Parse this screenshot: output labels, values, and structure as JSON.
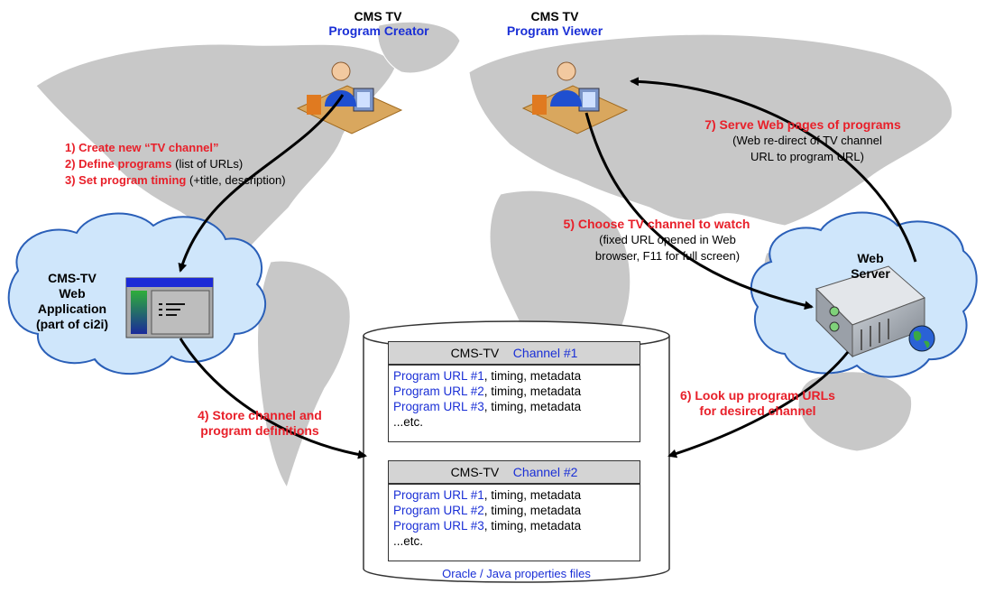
{
  "creator": {
    "title": "CMS TV",
    "subtitle": "Program Creator"
  },
  "viewer": {
    "title": "CMS TV",
    "subtitle": "Program Viewer"
  },
  "step1": {
    "red": "1) Create new “TV channel”"
  },
  "step2": {
    "red": "2) Define programs",
    "black": "(list of URLs)"
  },
  "step3": {
    "red": "3) Set program timing",
    "black": "(+title, description)"
  },
  "step4": {
    "line1": "4) Store channel and",
    "line2": "program definitions"
  },
  "step5": {
    "red": "5) Choose TV channel to watch",
    "line2": "(fixed URL opened in Web",
    "line3": "browser,  F11 for full screen)"
  },
  "step6": {
    "line1": "6) Look up program URLs",
    "line2": "for desired channel"
  },
  "step7": {
    "red": "7) Serve Web pages of programs",
    "line2": "(Web re-direct of TV channel",
    "line3": "URL to program URL)"
  },
  "webapp": {
    "line1": "CMS-TV",
    "line2": "Web",
    "line3": "Application",
    "line4": "(part of ci2i)"
  },
  "webserver": {
    "line1": "Web",
    "line2": "Server"
  },
  "database": {
    "footer": "Oracle / Java properties files",
    "channels": [
      {
        "prefix": "CMS-TV",
        "name": "Channel  #1",
        "programs": [
          {
            "url": "Program URL #1",
            "rest": ", timing, metadata"
          },
          {
            "url": "Program URL #2",
            "rest": ", timing, metadata"
          },
          {
            "url": "Program URL #3",
            "rest": ", timing, metadata"
          }
        ],
        "etc": "...etc."
      },
      {
        "prefix": "CMS-TV",
        "name": "Channel  #2",
        "programs": [
          {
            "url": "Program URL #1",
            "rest": ", timing, metadata"
          },
          {
            "url": "Program URL #2",
            "rest": ", timing, metadata"
          },
          {
            "url": "Program URL #3",
            "rest": ", timing, metadata"
          }
        ],
        "etc": "...etc."
      }
    ]
  },
  "colors": {
    "accent_red": "#e8202a",
    "accent_blue": "#1a2fd6",
    "cloud_fill": "#cfe6fb",
    "cloud_stroke": "#2a5fb8",
    "map_gray": "#c8c8c8"
  }
}
